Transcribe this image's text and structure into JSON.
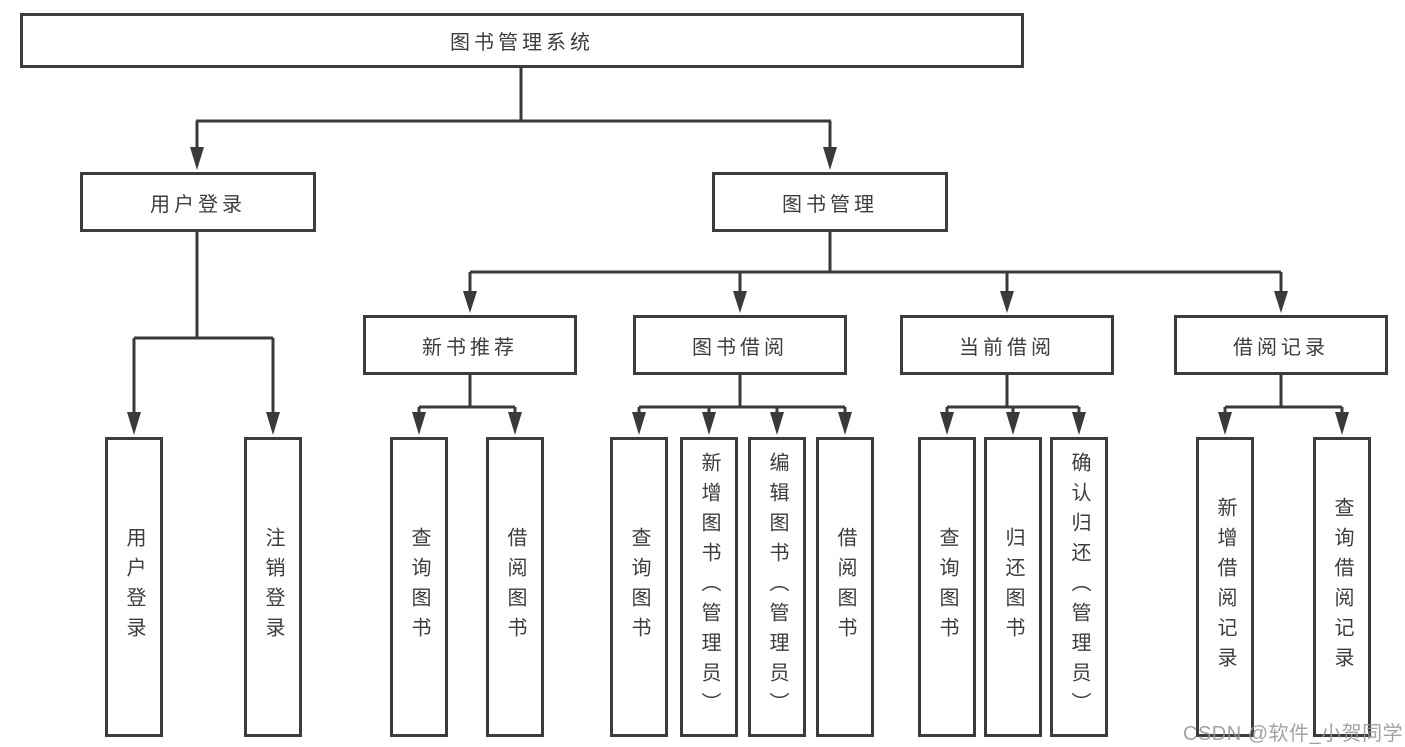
{
  "diagram": {
    "root": {
      "label": "图书管理系统"
    },
    "branches": [
      {
        "label": "用户登录",
        "children": [
          "用户登录",
          "注销登录"
        ]
      },
      {
        "label": "图书管理",
        "sections": [
          {
            "label": "新书推荐",
            "children": [
              "查询图书",
              "借阅图书"
            ]
          },
          {
            "label": "图书借阅",
            "children": [
              "查询图书",
              "新增图书（管理员）",
              "编辑图书（管理员）",
              "借阅图书"
            ]
          },
          {
            "label": "当前借阅",
            "children": [
              "查询图书",
              "归还图书",
              "确认归还（管理员）"
            ]
          },
          {
            "label": "借阅记录",
            "children": [
              "新增借阅记录",
              "查询借阅记录"
            ]
          }
        ]
      }
    ]
  },
  "watermark": {
    "text": "CSDN @软件_小贺同学"
  },
  "colors": {
    "line": "#3a3a3a",
    "box_border": "#3c3c3c",
    "text": "#3d3d3d",
    "watermark": "#969696",
    "background": "#ffffff"
  }
}
